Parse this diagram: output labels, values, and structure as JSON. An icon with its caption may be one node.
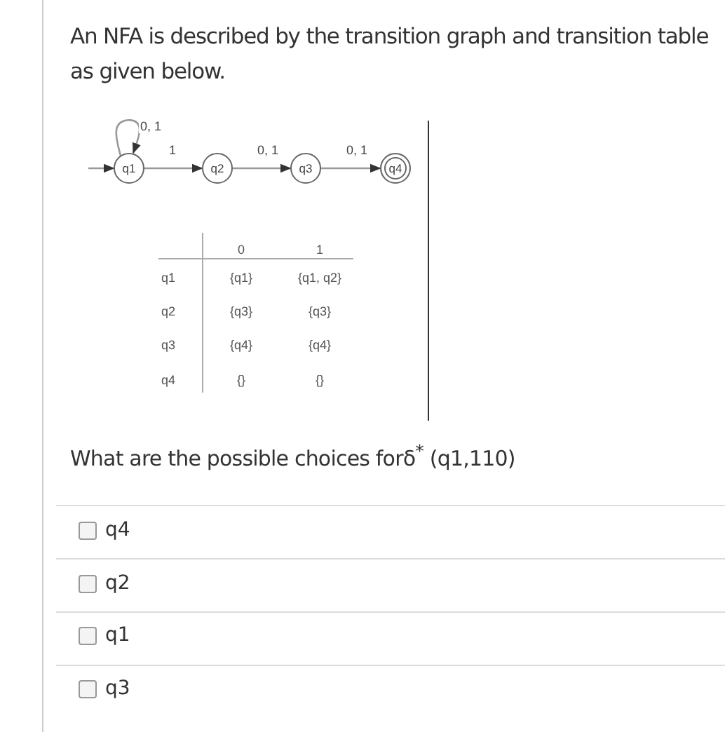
{
  "diagram": {
    "title": "An NFA is described by the transition graph and transition table as given below.",
    "nodes": [
      {
        "text": [
          "q1"
        ]
      },
      {
        "text": [
          "q2"
        ]
      },
      {
        "text": [
          "q3"
        ]
      },
      {
        "text": [
          "q4"
        ]
      }
    ],
    "edges": [
      {
        "from": null,
        "to": 0,
        "arrow": "to"
      },
      {
        "from": 0,
        "to": 0,
        "arrow": "to",
        "label": "0, 1"
      },
      {
        "from": 0,
        "to": 1,
        "arrow": "to",
        "label": "1"
      },
      {
        "from": 1,
        "to": 2,
        "arrow": "to",
        "label": "0, 1"
      },
      {
        "from": 2,
        "to": 3,
        "arrow": "to",
        "label": "0, 1"
      }
    ],
    "labels": [
      "0",
      "1",
      "q1",
      "{q1}",
      "{q1, q2}",
      "q2",
      "{q3}",
      "{q3}",
      "q3",
      "{q4}",
      "{q4}",
      "q4",
      "{}",
      "{}",
      "What are the possible choices forδ$^{*}$ (q1,110)",
      "q4",
      "q2",
      "q1",
      "q3"
    ]
  }
}
